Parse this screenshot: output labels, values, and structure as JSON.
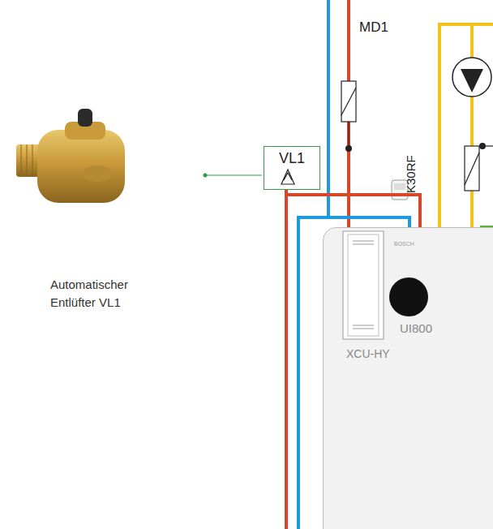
{
  "diagram": {
    "nodes": [
      {
        "text": [
          "VL1"
        ]
      },
      {
        "text": [
          "XCU-HY"
        ]
      }
    ],
    "edges": [
      {
        "from": 0,
        "to": 1,
        "arrow": "none"
      }
    ],
    "labels": [
      "MD1",
      "K30RF",
      "Automatischer Entlüfter VL1",
      "UI800",
      "BOSCH"
    ]
  }
}
